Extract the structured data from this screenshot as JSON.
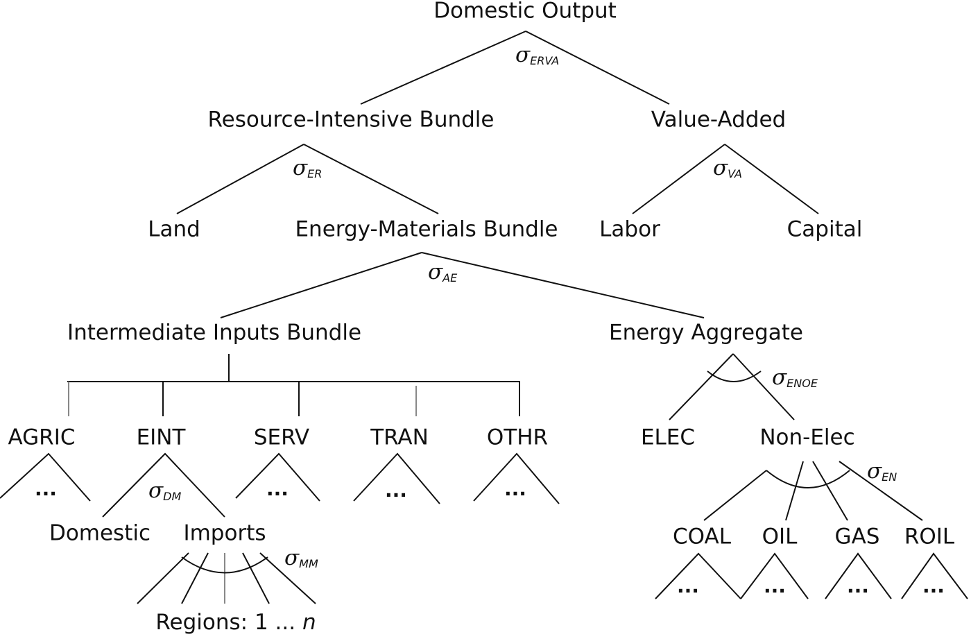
{
  "nodes": {
    "domestic_output": "Domestic Output",
    "resource_intensive_bundle": "Resource-Intensive Bundle",
    "value_added": "Value-Added",
    "land": "Land",
    "energy_materials_bundle": "Energy-Materials Bundle",
    "labor": "Labor",
    "capital": "Capital",
    "intermediate_inputs_bundle": "Intermediate Inputs Bundle",
    "energy_aggregate": "Energy Aggregate",
    "agric": "AGRIC",
    "eint": "EINT",
    "serv": "SERV",
    "tran": "TRAN",
    "othr": "OTHR",
    "elec": "ELEC",
    "non_elec": "Non-Elec",
    "domestic": "Domestic",
    "imports": "Imports",
    "coal": "COAL",
    "oil": "OIL",
    "gas": "GAS",
    "roil": "ROIL",
    "regions": "Regions: 1 ... ",
    "regions_n": "n",
    "ellipsis": "..."
  },
  "sigma": {
    "symbol": "σ",
    "erva": "ERVA",
    "er": "ER",
    "va": "VA",
    "ae": "AE",
    "enoe": "ENOE",
    "dm": "DM",
    "en": "EN",
    "mm": "MM"
  }
}
